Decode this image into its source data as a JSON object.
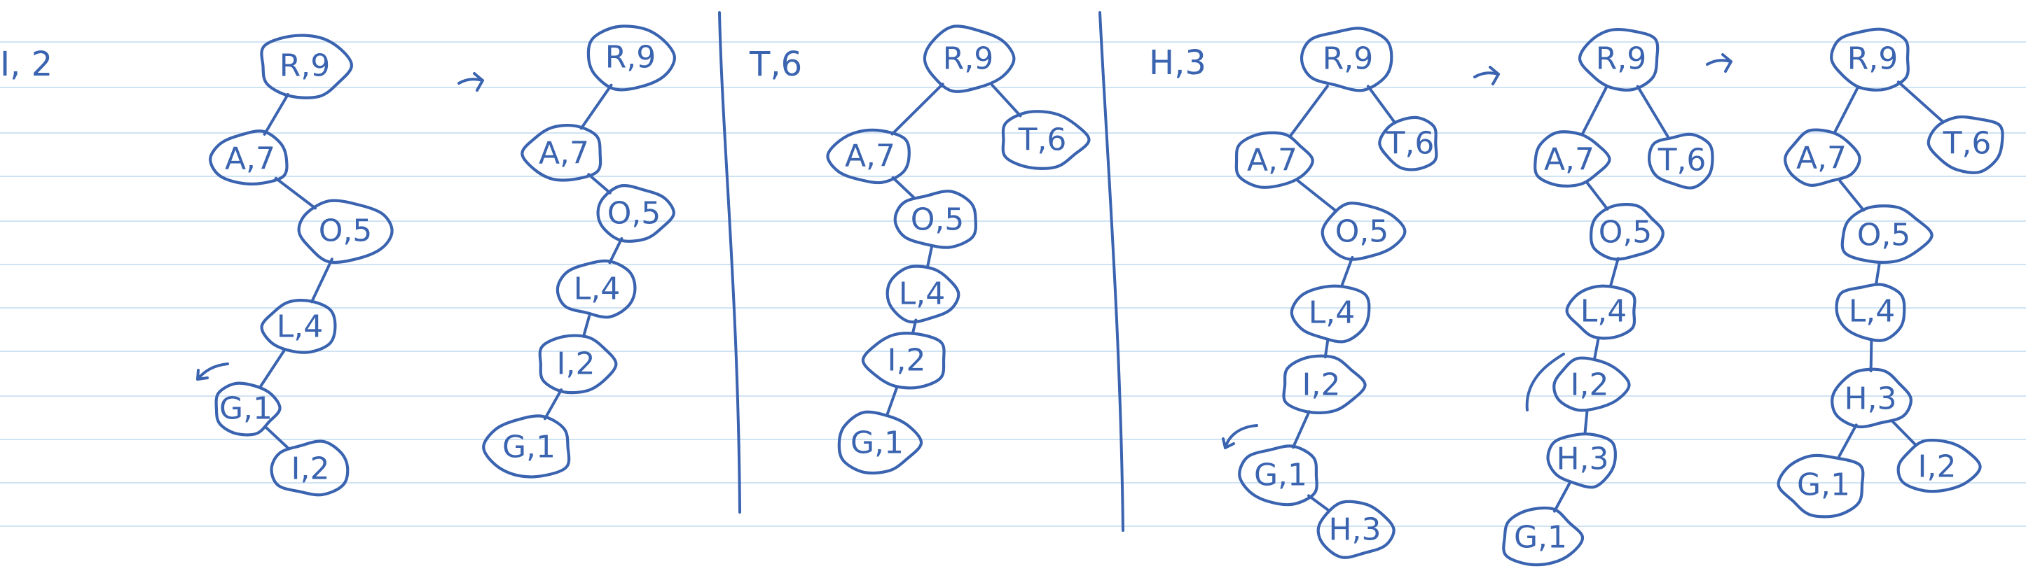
{
  "colors": {
    "ink": "#3a63b0",
    "ruled_line": "#cfe3f3",
    "paper": "#ffffff"
  },
  "steps": [
    {
      "label": "I, 2",
      "trees": [
        {
          "nodes": [
            {
              "id": "r",
              "label": "R,9"
            },
            {
              "id": "a",
              "label": "A,7"
            },
            {
              "id": "o",
              "label": "O,5"
            },
            {
              "id": "l",
              "label": "L,4"
            },
            {
              "id": "g",
              "label": "G,1"
            },
            {
              "id": "i",
              "label": "I,2"
            }
          ],
          "edges": [
            [
              "r",
              "a"
            ],
            [
              "a",
              "o"
            ],
            [
              "o",
              "l"
            ],
            [
              "l",
              "g"
            ],
            [
              "g",
              "i"
            ]
          ]
        },
        {
          "nodes": [
            {
              "id": "r",
              "label": "R,9"
            },
            {
              "id": "a",
              "label": "A,7"
            },
            {
              "id": "o",
              "label": "O,5"
            },
            {
              "id": "l",
              "label": "L,4"
            },
            {
              "id": "i",
              "label": "I,2"
            },
            {
              "id": "g",
              "label": "G,1"
            }
          ],
          "edges": [
            [
              "r",
              "a"
            ],
            [
              "a",
              "o"
            ],
            [
              "o",
              "l"
            ],
            [
              "l",
              "i"
            ],
            [
              "i",
              "g"
            ]
          ]
        }
      ]
    },
    {
      "label": "T,6",
      "trees": [
        {
          "nodes": [
            {
              "id": "r",
              "label": "R,9"
            },
            {
              "id": "a",
              "label": "A,7"
            },
            {
              "id": "t",
              "label": "T,6"
            },
            {
              "id": "o",
              "label": "O,5"
            },
            {
              "id": "l",
              "label": "L,4"
            },
            {
              "id": "i",
              "label": "I,2"
            },
            {
              "id": "g",
              "label": "G,1"
            }
          ],
          "edges": [
            [
              "r",
              "a"
            ],
            [
              "r",
              "t"
            ],
            [
              "a",
              "o"
            ],
            [
              "o",
              "l"
            ],
            [
              "l",
              "i"
            ],
            [
              "i",
              "g"
            ]
          ]
        }
      ]
    },
    {
      "label": "H,3",
      "trees": [
        {
          "nodes": [
            {
              "id": "r",
              "label": "R,9"
            },
            {
              "id": "a",
              "label": "A,7"
            },
            {
              "id": "t",
              "label": "T,6"
            },
            {
              "id": "o",
              "label": "O,5"
            },
            {
              "id": "l",
              "label": "L,4"
            },
            {
              "id": "i",
              "label": "I,2"
            },
            {
              "id": "g",
              "label": "G,1"
            },
            {
              "id": "h",
              "label": "H,3"
            }
          ],
          "edges": [
            [
              "r",
              "a"
            ],
            [
              "r",
              "t"
            ],
            [
              "a",
              "o"
            ],
            [
              "o",
              "l"
            ],
            [
              "l",
              "i"
            ],
            [
              "i",
              "g"
            ],
            [
              "g",
              "h"
            ]
          ]
        },
        {
          "nodes": [
            {
              "id": "r",
              "label": "R,9"
            },
            {
              "id": "a",
              "label": "A,7"
            },
            {
              "id": "t",
              "label": "T,6"
            },
            {
              "id": "o",
              "label": "O,5"
            },
            {
              "id": "l",
              "label": "L,4"
            },
            {
              "id": "i",
              "label": "I,2"
            },
            {
              "id": "h",
              "label": "H,3"
            },
            {
              "id": "g",
              "label": "G,1"
            }
          ],
          "edges": [
            [
              "r",
              "a"
            ],
            [
              "r",
              "t"
            ],
            [
              "a",
              "o"
            ],
            [
              "o",
              "l"
            ],
            [
              "l",
              "i"
            ],
            [
              "i",
              "h"
            ],
            [
              "h",
              "g"
            ]
          ]
        },
        {
          "nodes": [
            {
              "id": "r",
              "label": "R,9"
            },
            {
              "id": "a",
              "label": "A,7"
            },
            {
              "id": "t",
              "label": "T,6"
            },
            {
              "id": "o",
              "label": "O,5"
            },
            {
              "id": "l",
              "label": "L,4"
            },
            {
              "id": "h",
              "label": "H,3"
            },
            {
              "id": "g",
              "label": "G,1"
            },
            {
              "id": "i",
              "label": "I,2"
            }
          ],
          "edges": [
            [
              "r",
              "a"
            ],
            [
              "r",
              "t"
            ],
            [
              "a",
              "o"
            ],
            [
              "o",
              "l"
            ],
            [
              "l",
              "h"
            ],
            [
              "h",
              "g"
            ],
            [
              "h",
              "i"
            ]
          ]
        }
      ]
    }
  ]
}
